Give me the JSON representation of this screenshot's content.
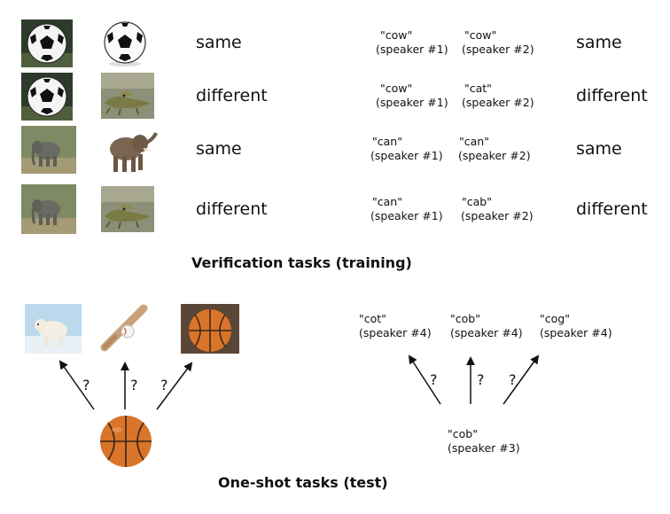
{
  "verification": {
    "caption": "Verification tasks (training)",
    "rows": [
      {
        "left": "soccer-ball-icon",
        "right": "soccer-ball-icon",
        "image_label": "same",
        "word1": "\"cow\"",
        "speaker1": "(speaker #1)",
        "word2": "\"cow\"",
        "speaker2": "(speaker #2)",
        "audio_label": "same"
      },
      {
        "left": "soccer-ball-icon",
        "right": "crocodile-icon",
        "image_label": "different",
        "word1": "\"cow\"",
        "speaker1": "(speaker #1)",
        "word2": "\"cat\"",
        "speaker2": "(speaker #2)",
        "audio_label": "different"
      },
      {
        "left": "elephant-icon",
        "right": "elephant-icon",
        "image_label": "same",
        "word1": "\"can\"",
        "speaker1": "(speaker #1)",
        "word2": "\"can\"",
        "speaker2": "(speaker #2)",
        "audio_label": "same"
      },
      {
        "left": "elephant-icon",
        "right": "crocodile-icon",
        "image_label": "different",
        "word1": "\"can\"",
        "speaker1": "(speaker #1)",
        "word2": "\"cab\"",
        "speaker2": "(speaker #2)",
        "audio_label": "different"
      }
    ]
  },
  "oneshot": {
    "caption": "One-shot tasks (test)",
    "question_mark": "?",
    "image_candidates": [
      "polar-bear-icon",
      "baseball-bat-icon",
      "basketball-icon"
    ],
    "image_query": "basketball-icon",
    "audio_candidates": [
      {
        "word": "\"cot\"",
        "speaker": "(speaker #4)"
      },
      {
        "word": "\"cob\"",
        "speaker": "(speaker #4)"
      },
      {
        "word": "\"cog\"",
        "speaker": "(speaker #4)"
      }
    ],
    "audio_query": {
      "word": "\"cob\"",
      "speaker": "(speaker #3)"
    }
  },
  "colors": {
    "text": "#111111",
    "arrow": "#111111",
    "soccer_bg": "#2a3a2a",
    "grass": "#7f8f6a",
    "ice": "#cfe3f0",
    "basketball": "#d9752b"
  }
}
